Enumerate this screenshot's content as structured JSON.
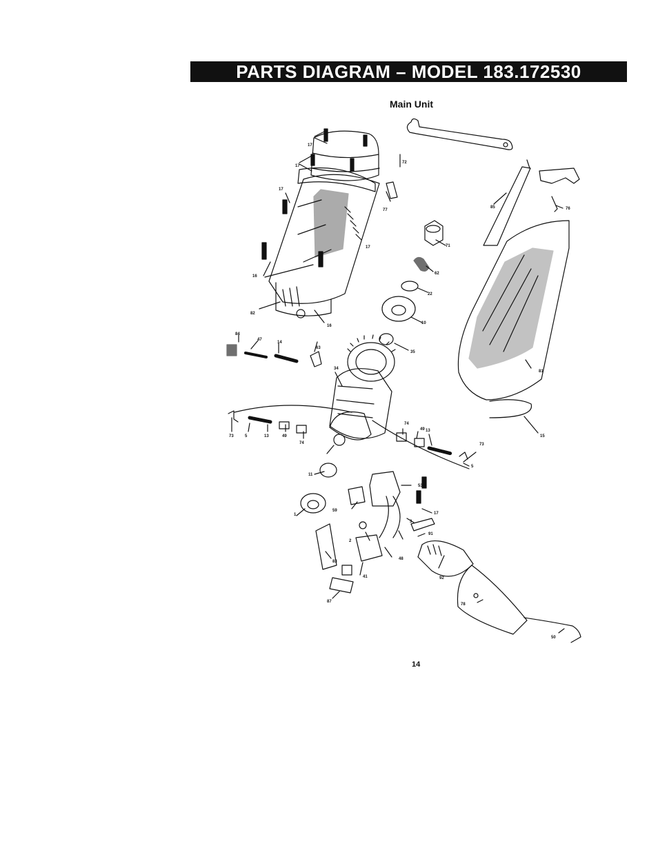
{
  "header": {
    "title": "PARTS DIAGRAM – MODEL 183.172530"
  },
  "section": {
    "title": "Main Unit"
  },
  "parts": [
    {
      "id": "p17a",
      "label": "17"
    },
    {
      "id": "p17b",
      "label": "17"
    },
    {
      "id": "p17c",
      "label": "17"
    },
    {
      "id": "p17d",
      "label": "17"
    },
    {
      "id": "p72",
      "label": "72"
    },
    {
      "id": "p77",
      "label": "77"
    },
    {
      "id": "p76",
      "label": "76"
    },
    {
      "id": "p85",
      "label": "85"
    },
    {
      "id": "p71",
      "label": "71"
    },
    {
      "id": "p62",
      "label": "62"
    },
    {
      "id": "p22",
      "label": "22"
    },
    {
      "id": "p10",
      "label": "10"
    },
    {
      "id": "p16a",
      "label": "16"
    },
    {
      "id": "p16b",
      "label": "16"
    },
    {
      "id": "p82",
      "label": "82"
    },
    {
      "id": "p81",
      "label": "81"
    },
    {
      "id": "p84",
      "label": "84"
    },
    {
      "id": "p47",
      "label": "47"
    },
    {
      "id": "p14",
      "label": "14"
    },
    {
      "id": "p63",
      "label": "63"
    },
    {
      "id": "p35",
      "label": "35"
    },
    {
      "id": "p34",
      "label": "34"
    },
    {
      "id": "p15",
      "label": "15"
    },
    {
      "id": "p73a",
      "label": "73"
    },
    {
      "id": "p5a",
      "label": "5"
    },
    {
      "id": "p13a",
      "label": "13"
    },
    {
      "id": "p49a",
      "label": "49"
    },
    {
      "id": "p74a",
      "label": "74"
    },
    {
      "id": "p74b",
      "label": "74"
    },
    {
      "id": "p49b",
      "label": "49"
    },
    {
      "id": "p13b",
      "label": "13"
    },
    {
      "id": "p73b",
      "label": "73"
    },
    {
      "id": "p5b",
      "label": "5"
    },
    {
      "id": "p11",
      "label": "11"
    },
    {
      "id": "p53",
      "label": "53"
    },
    {
      "id": "p1",
      "label": "1"
    },
    {
      "id": "p59",
      "label": "59"
    },
    {
      "id": "p17e",
      "label": "17"
    },
    {
      "id": "p3",
      "label": "3"
    },
    {
      "id": "p2",
      "label": "2"
    },
    {
      "id": "p91",
      "label": "91"
    },
    {
      "id": "p48",
      "label": "48"
    },
    {
      "id": "p83",
      "label": "83"
    },
    {
      "id": "p41",
      "label": "41"
    },
    {
      "id": "p92",
      "label": "92"
    },
    {
      "id": "p87",
      "label": "87"
    },
    {
      "id": "p78",
      "label": "78"
    },
    {
      "id": "p50",
      "label": "50"
    }
  ],
  "footer": {
    "page_number": "14"
  }
}
